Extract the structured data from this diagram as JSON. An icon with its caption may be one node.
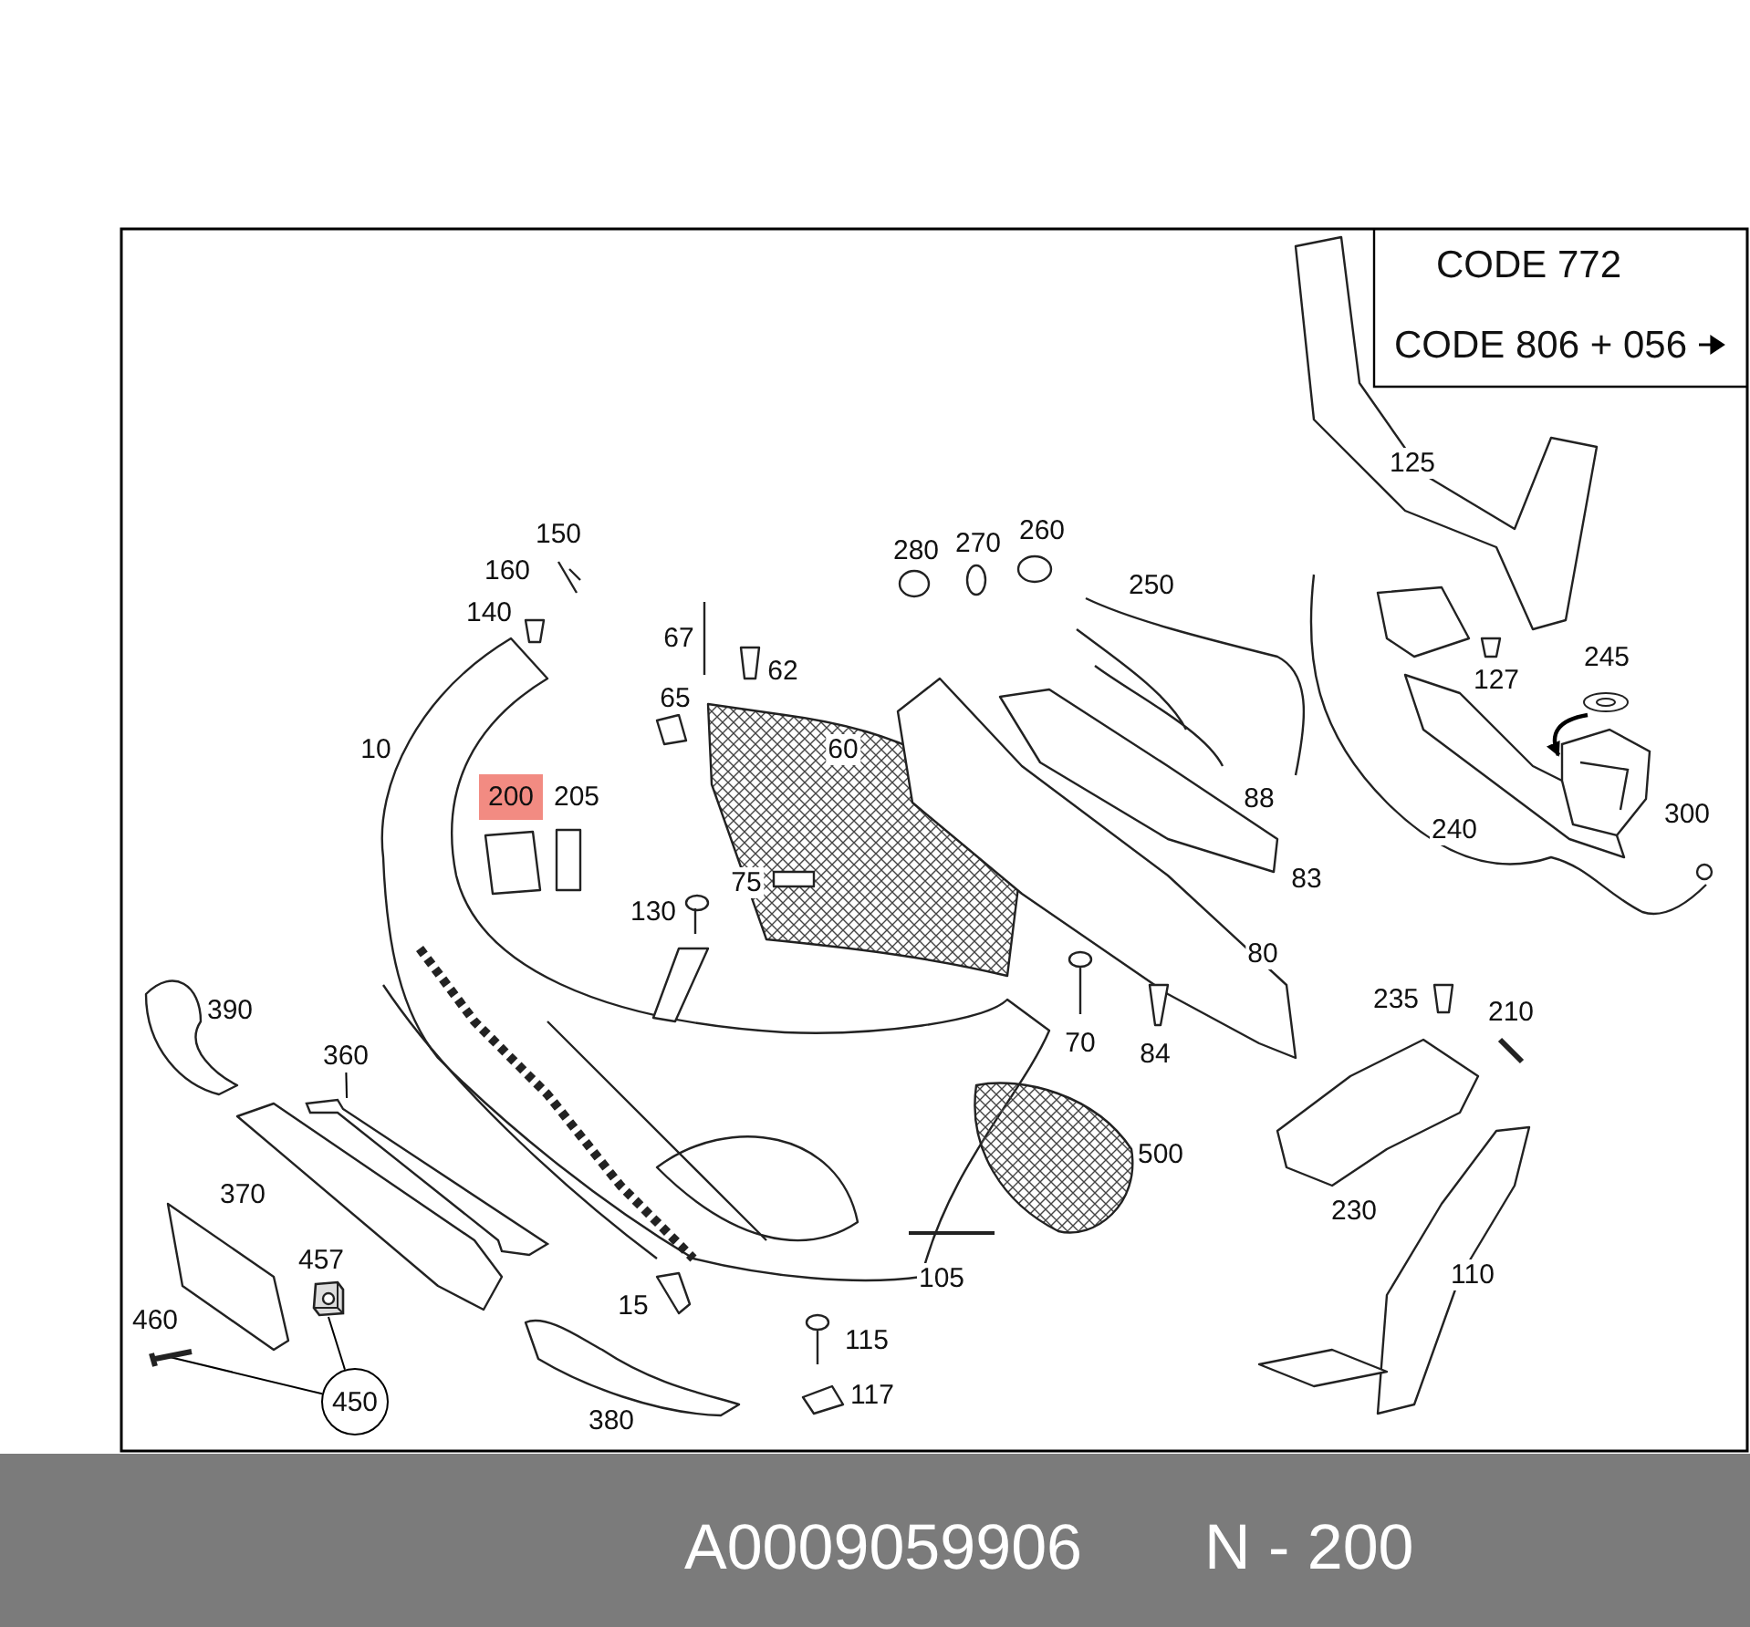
{
  "diagram": {
    "nodes": [
      {
        "text": [
          "CODE 772"
        ]
      },
      {
        "text": [
          "CODE 806 + 056"
        ]
      },
      {
        "text": [
          "450"
        ]
      },
      {
        "text": [],
        "shape": "picture"
      },
      {
        "text": [],
        "shape": "picture"
      },
      {
        "text": [
          "360"
        ]
      },
      {
        "text": [],
        "shape": "picture"
      },
      {
        "text": [],
        "shape": "picture",
        "beside": [
          "245"
        ]
      },
      {
        "text": [],
        "shape": "picture",
        "beside": [
          "300"
        ]
      }
    ],
    "edges": [
      {
        "from": 2,
        "to": 3,
        "arrow": "none"
      },
      {
        "from": 2,
        "to": 4,
        "arrow": "none"
      },
      {
        "from": 5,
        "to": 6,
        "arrow": "none"
      },
      {
        "from": 7,
        "to": 8,
        "arrow": "to"
      }
    ],
    "labels": [
      "125",
      "150",
      "160",
      "140",
      "280",
      "270",
      "260",
      "250",
      "67",
      "62",
      "127",
      "65",
      "60",
      "10",
      "200",
      "205",
      "88",
      "240",
      "130",
      "75",
      "83",
      "80",
      "390",
      "235",
      "210",
      "70",
      "84",
      "500",
      "230",
      "370",
      "457",
      "110",
      "105",
      "460",
      "15",
      "115",
      "117",
      "380",
      "A0009059906",
      "N - 200"
    ]
  }
}
